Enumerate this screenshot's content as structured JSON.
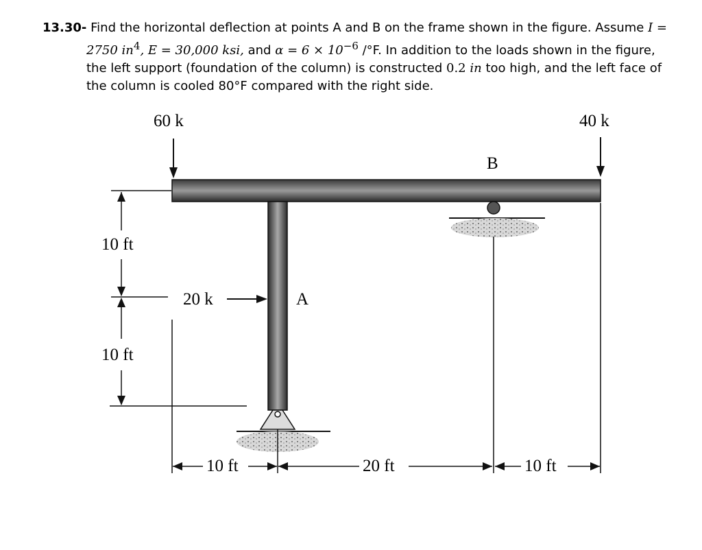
{
  "problem": {
    "number": "13.30-",
    "line1_a": "Find the horizontal deflection at points A and B on the frame shown in the figure. Assume ",
    "line1_math": "I =",
    "line2_math_a": "2750 in",
    "line2_sup1": "4",
    "line2_math_b": ", E = 30,000 ksi,",
    "line2_and": " and ",
    "line2_math_c": "α = 6 × 10",
    "line2_sup2": "−6",
    "line2_tail": " /°F. In addition to the loads shown in the figure,",
    "line3_a": "the left support (foundation of the column) is constructed ",
    "line3_val": "0.2",
    "line3_unit": " in",
    "line3_b": " too high, and the left face of",
    "line4": "the column is cooled 80°F compared with the right side."
  },
  "figure": {
    "load_left": "60 k",
    "load_right": "40 k",
    "load_horizontal": "20 k",
    "point_a": "A",
    "point_b": "B",
    "dim_upper": "10 ft",
    "dim_lower": "10 ft",
    "dim_h1": "10 ft",
    "dim_h2": "20 ft",
    "dim_h3": "10 ft"
  }
}
